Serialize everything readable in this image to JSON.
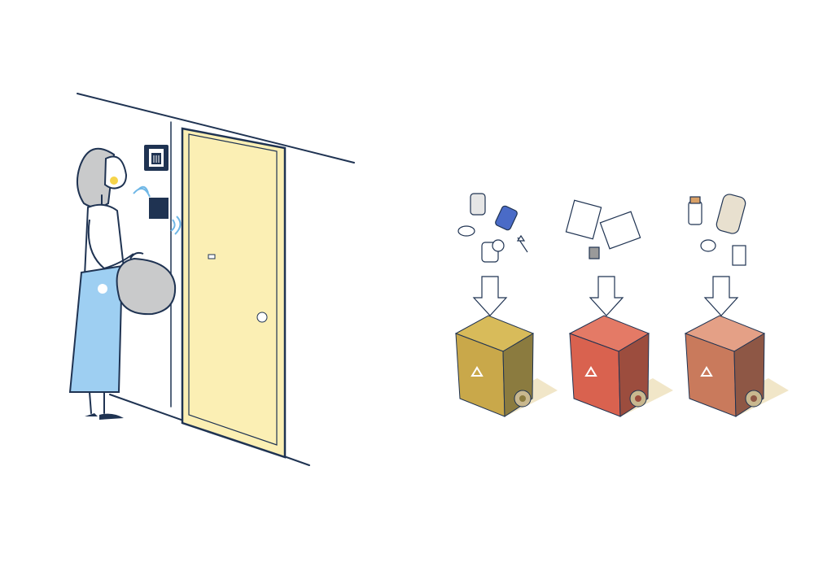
{
  "scene": {
    "background": "#ffffff",
    "ink_color": "#1f3352",
    "left_illustration": {
      "wall_panel_icons": [
        "trash-can-icon",
        "wireless-sensor-icon"
      ],
      "door_color": "#fbefb4",
      "skirt_color": "#9ecff2",
      "bag_color": "#c9cacb"
    },
    "recycling_bins": [
      {
        "color": "#c9a84a",
        "items": [
          "aluminum-can",
          "soda-can",
          "bottle",
          "wrench",
          "tools"
        ]
      },
      {
        "color": "#d9624f",
        "items": [
          "electronics",
          "appliance",
          "circuit-board"
        ]
      },
      {
        "color": "#c97a5c",
        "items": [
          "jar",
          "cup",
          "bottle",
          "spray-bottle"
        ]
      }
    ],
    "bin_icon": "recycle-icon",
    "arrow_icon": "down-arrow-icon"
  }
}
